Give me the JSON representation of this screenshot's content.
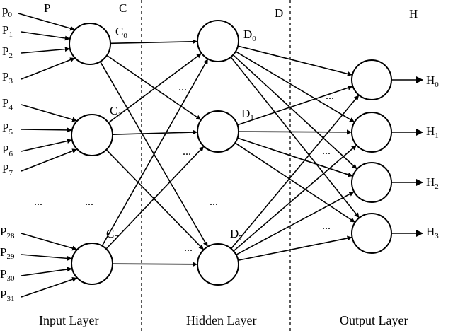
{
  "headers": {
    "p": "P",
    "c": "C",
    "d": "D",
    "h": "H"
  },
  "inputs": [
    {
      "base": "p",
      "sub": "0"
    },
    {
      "base": "P",
      "sub": "1"
    },
    {
      "base": "P",
      "sub": "2"
    },
    {
      "base": "P",
      "sub": "3"
    },
    {
      "base": "P",
      "sub": "4"
    },
    {
      "base": "P",
      "sub": "5"
    },
    {
      "base": "P",
      "sub": "6"
    },
    {
      "base": "P",
      "sub": "7"
    },
    {
      "base": "P",
      "sub": "28"
    },
    {
      "base": "P",
      "sub": "29"
    },
    {
      "base": "P",
      "sub": "30"
    },
    {
      "base": "P",
      "sub": "31"
    }
  ],
  "input_nodes": [
    {
      "base": "C",
      "sub": "0"
    },
    {
      "base": "C",
      "sub": "1"
    },
    {
      "base": "C",
      "sub": "7"
    }
  ],
  "hidden_nodes": [
    {
      "base": "D",
      "sub": "0"
    },
    {
      "base": "D",
      "sub": "1"
    },
    {
      "base": "D",
      "sub": "7"
    }
  ],
  "outputs": [
    {
      "base": "H",
      "sub": "0"
    },
    {
      "base": "H",
      "sub": "1"
    },
    {
      "base": "H",
      "sub": "2"
    },
    {
      "base": "H",
      "sub": "3"
    }
  ],
  "ellipsis": "...",
  "layers": {
    "input": "Input Layer",
    "hidden": "Hidden Layer",
    "output": "Output Layer"
  }
}
